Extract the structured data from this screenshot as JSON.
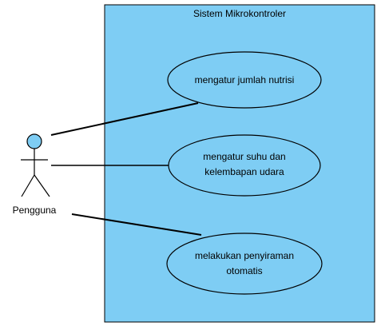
{
  "diagram": {
    "type": "use-case",
    "system": {
      "title": "Sistem Mikrokontroler"
    },
    "actor": {
      "label": "Pengguna"
    },
    "use_cases": [
      {
        "id": "uc1",
        "lines": [
          "mengatur jumlah nutrisi"
        ]
      },
      {
        "id": "uc2",
        "lines": [
          "mengatur suhu dan",
          "kelembapan udara"
        ]
      },
      {
        "id": "uc3",
        "lines": [
          "melakukan penyiraman",
          "otomatis"
        ]
      }
    ],
    "associations": [
      {
        "from": "actor",
        "to": "uc1"
      },
      {
        "from": "actor",
        "to": "uc2"
      },
      {
        "from": "actor",
        "to": "uc3"
      }
    ]
  },
  "colors": {
    "system_fill": "#7ecdf4",
    "use_case_fill": "#7ecdf4",
    "actor_head_fill": "#7ecdf4",
    "stroke": "#000000"
  }
}
